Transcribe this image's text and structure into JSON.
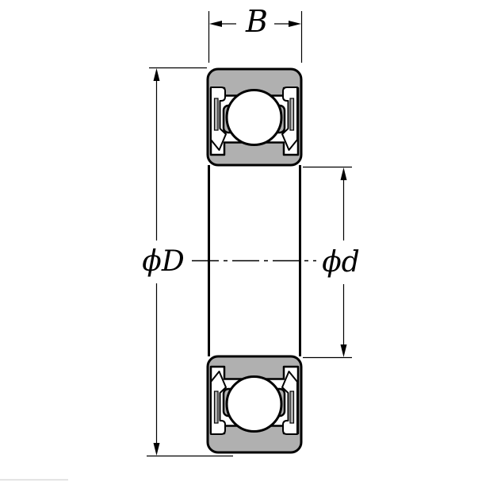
{
  "figure": {
    "title": "sealed deep groove ball bearing cross-section drawing",
    "labels": {
      "width": "B",
      "outer_diameter": "ϕD",
      "bore_diameter": "ϕd"
    },
    "colors": {
      "ring_fill": "#b0b0b0",
      "line": "#000000",
      "background": "#ffffff"
    }
  }
}
